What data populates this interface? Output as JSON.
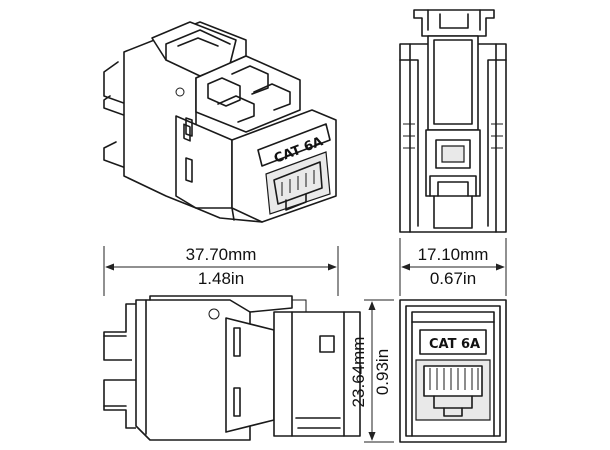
{
  "views": {
    "isometric": {
      "label": "CAT 6A"
    },
    "front": {
      "label": "CAT 6A"
    }
  },
  "dimensions": {
    "length_mm": "37.70mm",
    "length_in": "1.48in",
    "width_mm": "17.10mm",
    "width_in": "0.67in",
    "height_mm": "23.64mm",
    "height_in": "0.93in"
  }
}
